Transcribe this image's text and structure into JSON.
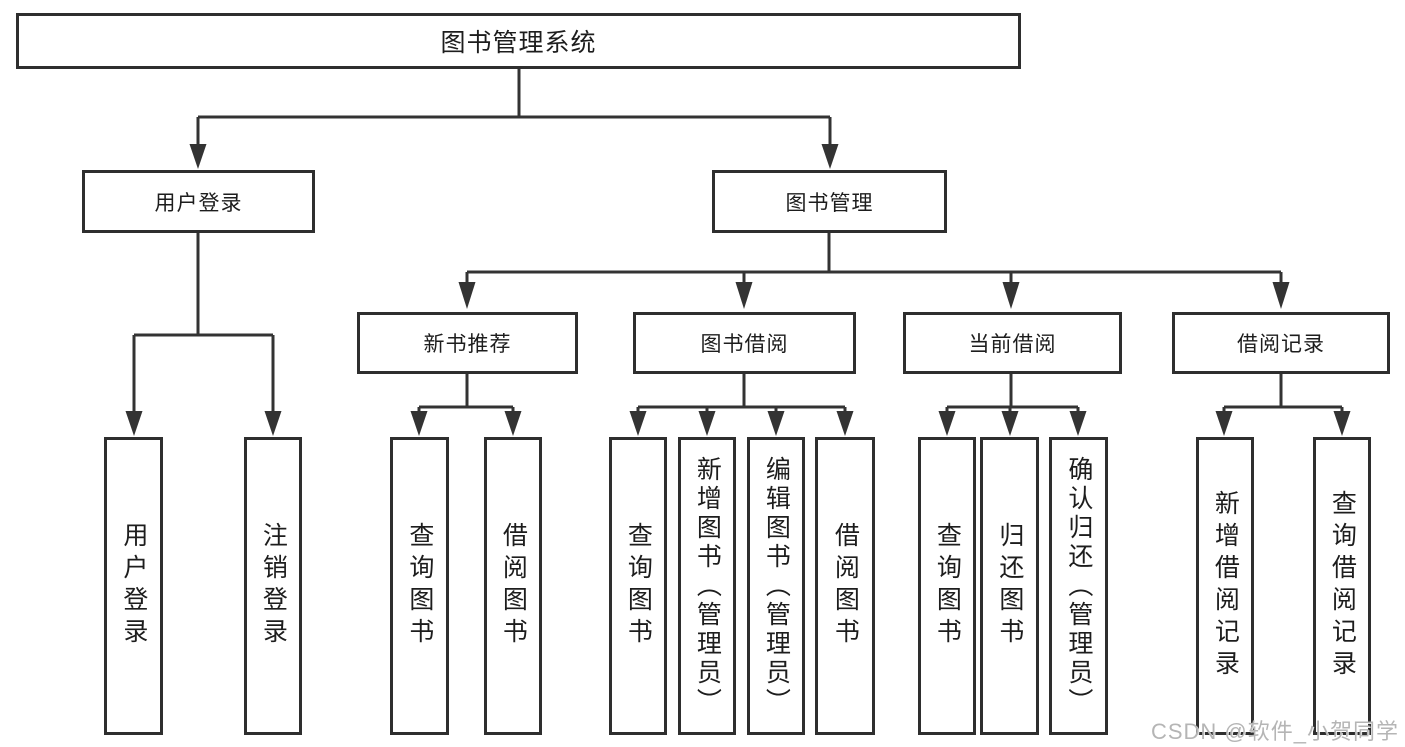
{
  "diagram": {
    "tree": {
      "label": "图书管理系统",
      "children": [
        {
          "label": "用户登录",
          "children": [
            {
              "label": "用户登录"
            },
            {
              "label": "注销登录"
            }
          ]
        },
        {
          "label": "图书管理",
          "children": [
            {
              "label": "新书推荐",
              "children": [
                {
                  "label": "查询图书"
                },
                {
                  "label": "借阅图书"
                }
              ]
            },
            {
              "label": "图书借阅",
              "children": [
                {
                  "label": "查询图书"
                },
                {
                  "label": "新增图书（管理员）"
                },
                {
                  "label": "编辑图书（管理员）"
                },
                {
                  "label": "借阅图书"
                }
              ]
            },
            {
              "label": "当前借阅",
              "children": [
                {
                  "label": "查询图书"
                },
                {
                  "label": "归还图书"
                },
                {
                  "label": "确认归还（管理员）"
                }
              ]
            },
            {
              "label": "借阅记录",
              "children": [
                {
                  "label": "新增借阅记录"
                },
                {
                  "label": "查询借阅记录"
                }
              ]
            }
          ]
        }
      ]
    }
  },
  "watermark": {
    "text": "CSDN @软件_小贺同学"
  },
  "colors": {
    "line": "#333333",
    "box_border": "#2e2e2e",
    "text": "#1d1d1d",
    "watermark": "#b5b5b5",
    "background": "#ffffff"
  }
}
